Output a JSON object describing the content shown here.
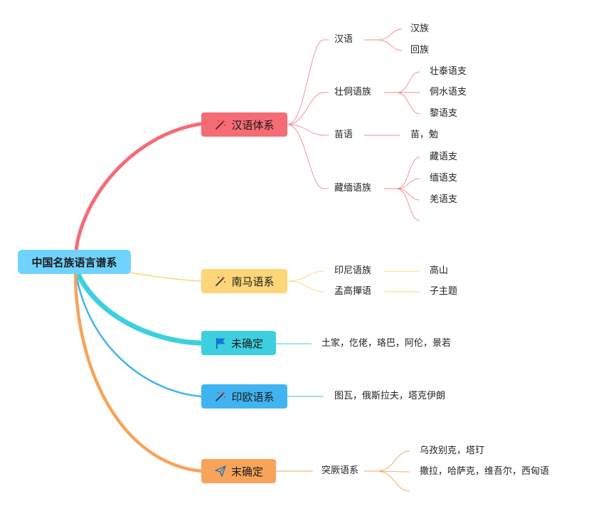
{
  "root": {
    "label": "中国名族语言谱系",
    "color": "#6fd2ff"
  },
  "branches": [
    {
      "id": "b0",
      "label": "汉语体系",
      "icon": "magic-wand-icon",
      "color": "#f56c75",
      "children": [
        {
          "label": "汉语",
          "children": [
            "汉族",
            "回族"
          ]
        },
        {
          "label": "壮侗语族",
          "children": [
            "壮泰语支",
            "侗水语支",
            "黎语支"
          ]
        },
        {
          "label": "苗语",
          "children": [
            "苗，勉"
          ]
        },
        {
          "label": "藏缅语族",
          "children": [
            "藏语支",
            "缅语支",
            "羌语支",
            ""
          ]
        }
      ]
    },
    {
      "id": "b1",
      "label": "南马语系",
      "icon": "magic-wand-icon",
      "color": "#fdd67a",
      "children": [
        {
          "label": "印尼语族",
          "children": [
            "高山"
          ]
        },
        {
          "label": "孟高撣语",
          "children": [
            "子主题"
          ]
        }
      ]
    },
    {
      "id": "b2",
      "label": "未确定",
      "icon": "flag-icon",
      "color": "#3dcfe0",
      "children": [
        {
          "label": "土家，仡佬，珞巴，阿伦，景若",
          "children": []
        }
      ]
    },
    {
      "id": "b3",
      "label": "印欧语系",
      "icon": "magic-wand-icon",
      "color": "#40b4f1",
      "children": [
        {
          "label": "图瓦，俄斯拉夫，塔克伊朗",
          "children": []
        }
      ]
    },
    {
      "id": "b4",
      "label": "末确定",
      "icon": "paper-plane-icon",
      "color": "#f7a45a",
      "children": [
        {
          "label": "突厥语系",
          "children": [
            "乌孜别克，塔玎",
            "撒拉，哈萨克，维吾尔，西匈语"
          ]
        }
      ]
    }
  ]
}
